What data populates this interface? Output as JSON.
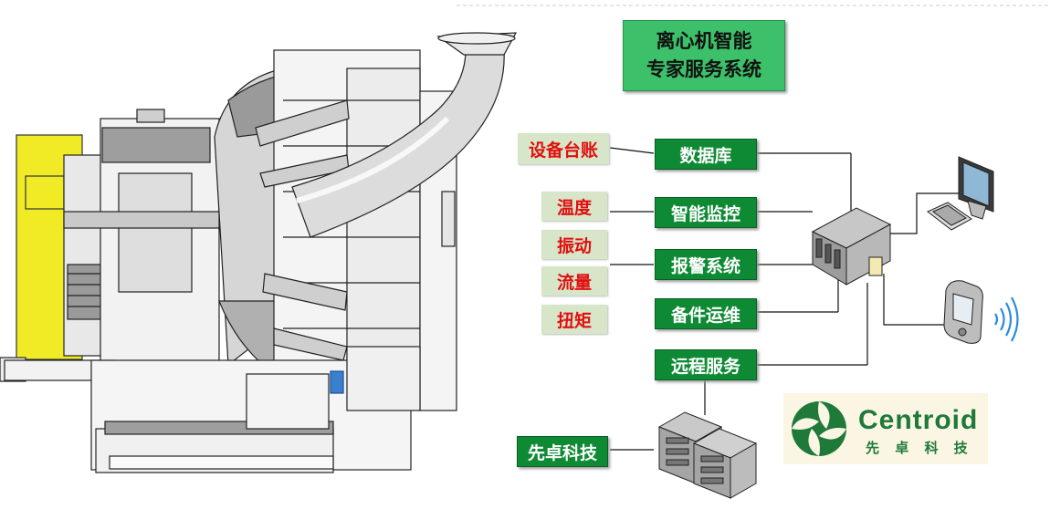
{
  "title": {
    "line1": "离心机智能",
    "line2": "专家服务系统"
  },
  "left_labels": [
    "设备台账",
    "温度",
    "振动",
    "流量",
    "扭矩"
  ],
  "company_label": "先卓科技",
  "modules": [
    "数据库",
    "智能监控",
    "报警系统",
    "备件运维",
    "远程服务"
  ],
  "logo": {
    "brand": "Centroid",
    "subtitle": "先 卓 科 技",
    "color": "#1f7a3a"
  },
  "colors": {
    "title_bg": "#3cc06a",
    "module_bg": "#0f8a34",
    "label_bg": "#d7e6c8",
    "label_text": "#e01010",
    "machine_yellow": "#f1eb26"
  },
  "icons": [
    "centrifuge-machine-illustration",
    "server-icon",
    "computer-monitor-icon",
    "keyboard-icon",
    "handheld-device-icon",
    "wireless-signal-icon",
    "server-rack-icon",
    "centroid-logo-icon"
  ]
}
